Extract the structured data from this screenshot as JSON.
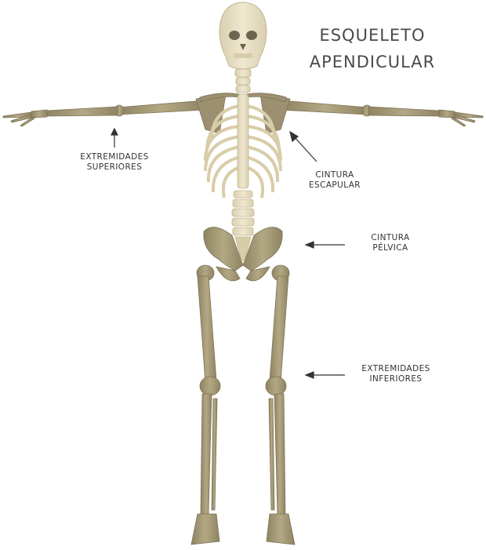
{
  "title": {
    "line1": "ESQUELETO",
    "line2": "APENDICULAR"
  },
  "labels": {
    "upper_limbs": [
      "EXTREMIDADES",
      "SUPERIORES"
    ],
    "shoulder_girdle": [
      "CINTURA",
      "ESCAPULAR"
    ],
    "pelvic_girdle": [
      "CINTURA",
      "PÉLVICA"
    ],
    "lower_limbs": [
      "EXTREMIDADES",
      "INFERIORES"
    ]
  },
  "colors": {
    "axial_bone": "#e8dfc2",
    "axial_shade": "#cbbf98",
    "appendicular_bone": "#a99d7a",
    "appendicular_shade": "#8a7f5e",
    "arrow": "#333333",
    "text": "#4a4a4a"
  }
}
